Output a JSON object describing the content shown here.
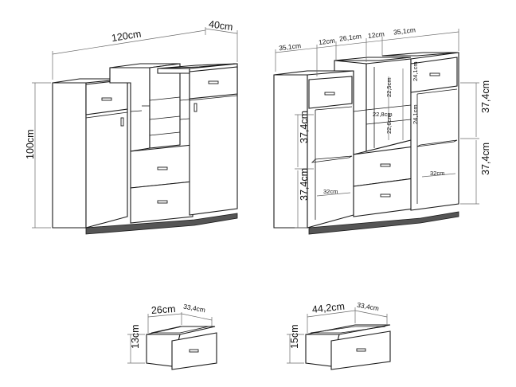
{
  "colors": {
    "line": "#1a1a1a",
    "dimension": "#6a6a6a",
    "plinth": "#555555",
    "background": "#ffffff"
  },
  "front_view": {
    "width": "120cm",
    "depth": "40cm",
    "height": "100cm"
  },
  "inner_view": {
    "left_section_width": "35,1cm",
    "gap_left": "12cm",
    "middle_width": "26,1cm",
    "gap_right": "12cm",
    "right_section_width": "35,1cm",
    "shelf_upper_height": "22,5cm",
    "shelf_mid_height": "22,8cm",
    "shelf_lower_height": "22,6cm",
    "right_upper_height": "24,1cm",
    "right_lower_height": "24,1cm",
    "left_compartment_height": "37,4cm",
    "left_bottom_height": "37,4cm",
    "right_compartment_height": "37,4cm",
    "right_bottom_height": "37,4cm",
    "left_shelf_depth": "32cm",
    "right_shelf_depth": "32cm"
  },
  "drawer_small": {
    "width": "26cm",
    "depth": "33,4cm",
    "height": "13cm"
  },
  "drawer_large": {
    "width": "44,2cm",
    "depth": "33,4cm",
    "height": "15cm"
  }
}
